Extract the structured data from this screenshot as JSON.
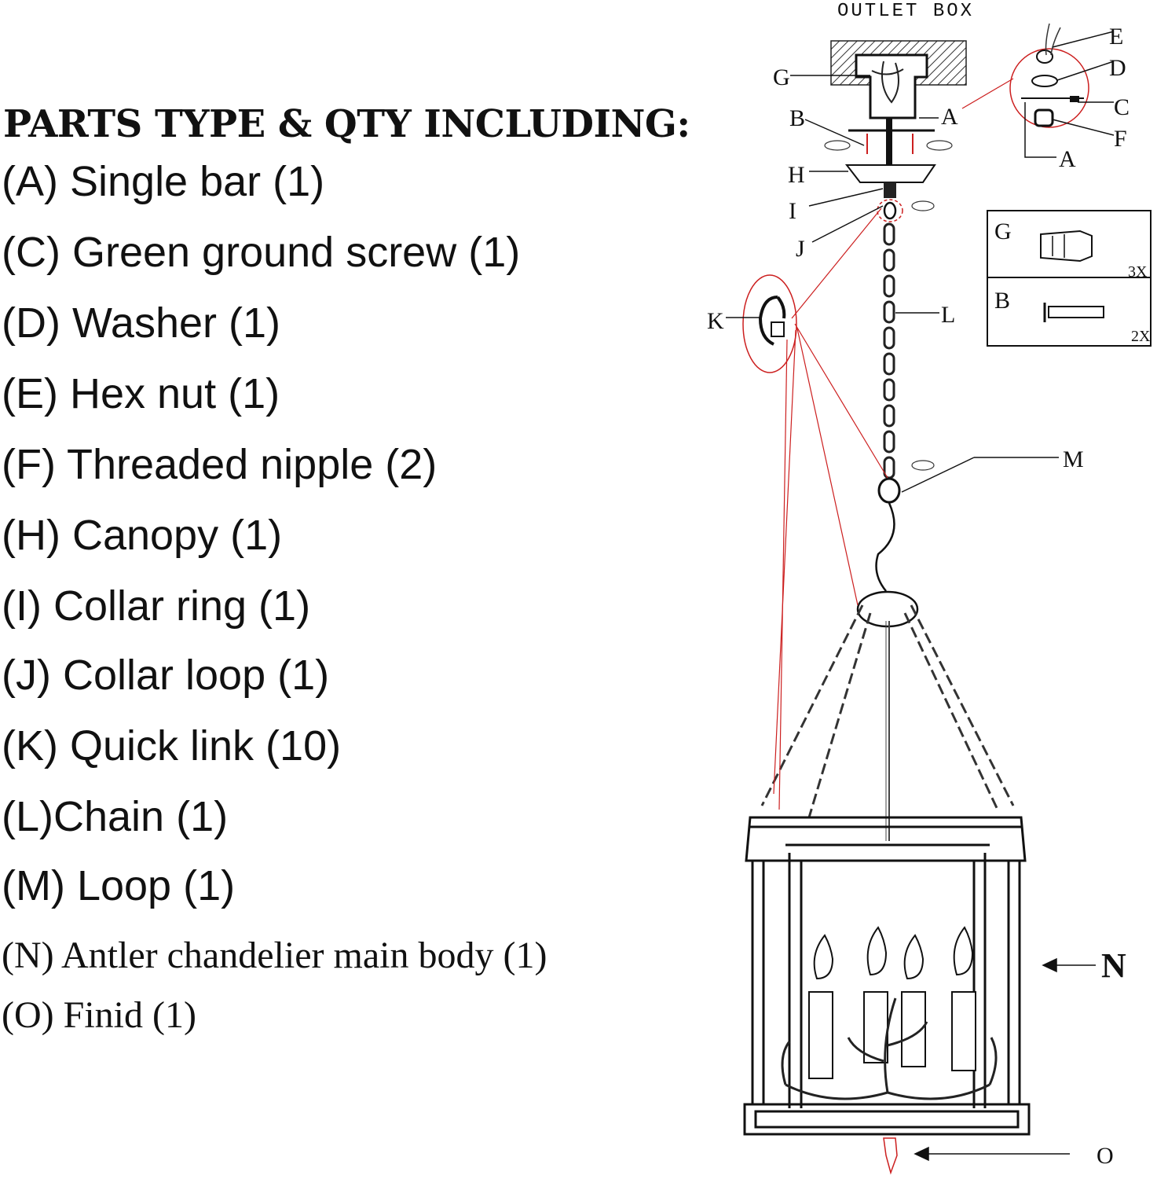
{
  "parts_list": {
    "title": "PARTS TYPE & QTY INCLUDING:",
    "items": [
      "(A)  Single bar (1)",
      "(C) Green ground screw (1)",
      "(D) Washer (1)",
      "(E) Hex nut (1)",
      "(F) Threaded nipple (2)",
      "(H) Canopy (1)",
      "(I) Collar ring (1)",
      "(J) Collar loop (1)",
      "(K) Quick link (10)",
      "(L)Chain (1)",
      "(M) Loop (1)",
      "(N) Antler chandelier main body (1)",
      "(O) Finid (1)"
    ]
  },
  "diagram": {
    "outlet_box_label": "OUTLET BOX",
    "labels": {
      "G": "G",
      "B": "B",
      "A": "A",
      "H": "H",
      "I": "I",
      "J": "J",
      "K": "K",
      "L": "L",
      "M": "M",
      "N": "N",
      "O": "O",
      "E": "E",
      "D": "D",
      "C": "C",
      "F": "F"
    },
    "hardware_box": {
      "row1_label": "G",
      "row1_qty": "3X",
      "row2_label": "B",
      "row2_qty": "2X"
    },
    "callout_color": "#cc1f1f"
  }
}
